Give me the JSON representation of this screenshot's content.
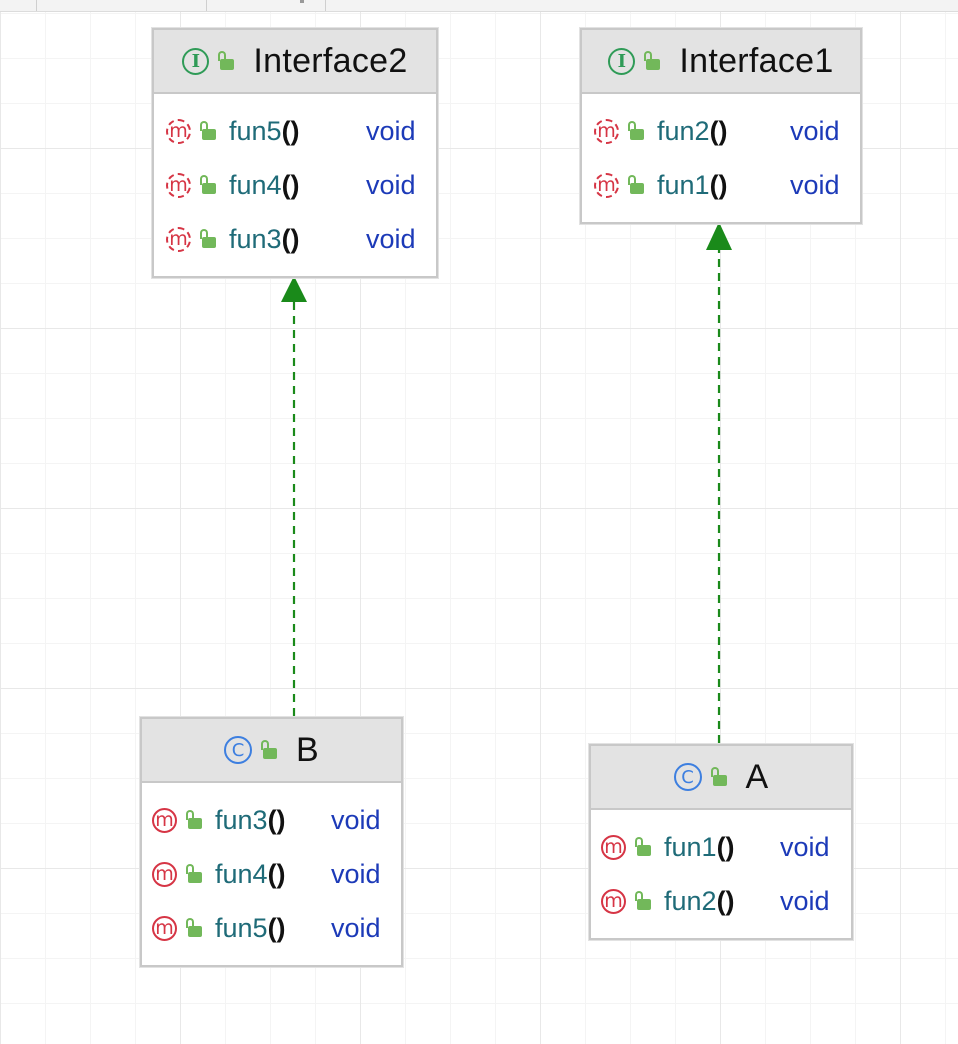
{
  "nodes": {
    "interface2": {
      "kind": "interface",
      "name": "Interface2",
      "members": [
        {
          "name": "fun5",
          "params": "()",
          "type": "void"
        },
        {
          "name": "fun4",
          "params": "()",
          "type": "void"
        },
        {
          "name": "fun3",
          "params": "()",
          "type": "void"
        }
      ]
    },
    "interface1": {
      "kind": "interface",
      "name": "Interface1",
      "members": [
        {
          "name": "fun2",
          "params": "()",
          "type": "void"
        },
        {
          "name": "fun1",
          "params": "()",
          "type": "void"
        }
      ]
    },
    "b": {
      "kind": "class",
      "name": "B",
      "members": [
        {
          "name": "fun3",
          "params": "()",
          "type": "void"
        },
        {
          "name": "fun4",
          "params": "()",
          "type": "void"
        },
        {
          "name": "fun5",
          "params": "()",
          "type": "void"
        }
      ]
    },
    "a": {
      "kind": "class",
      "name": "A",
      "members": [
        {
          "name": "fun1",
          "params": "()",
          "type": "void"
        },
        {
          "name": "fun2",
          "params": "()",
          "type": "void"
        }
      ]
    }
  },
  "edges": [
    {
      "from": "B",
      "to": "Interface2",
      "type": "realization"
    },
    {
      "from": "A",
      "to": "Interface1",
      "type": "realization"
    }
  ],
  "icons": {
    "interface": "interface-icon",
    "class": "class-icon",
    "abstract_method": "abstract-method-icon",
    "method": "method-icon",
    "visibility": "public-lock-icon"
  },
  "colors": {
    "edge": "#1a8a1a",
    "method_name": "#1f6b78",
    "return_type": "#1c3ab8",
    "method_icon": "#d63545",
    "interface_icon": "#2f9b57",
    "class_icon": "#3d7fe0",
    "lock": "#72b85a"
  }
}
